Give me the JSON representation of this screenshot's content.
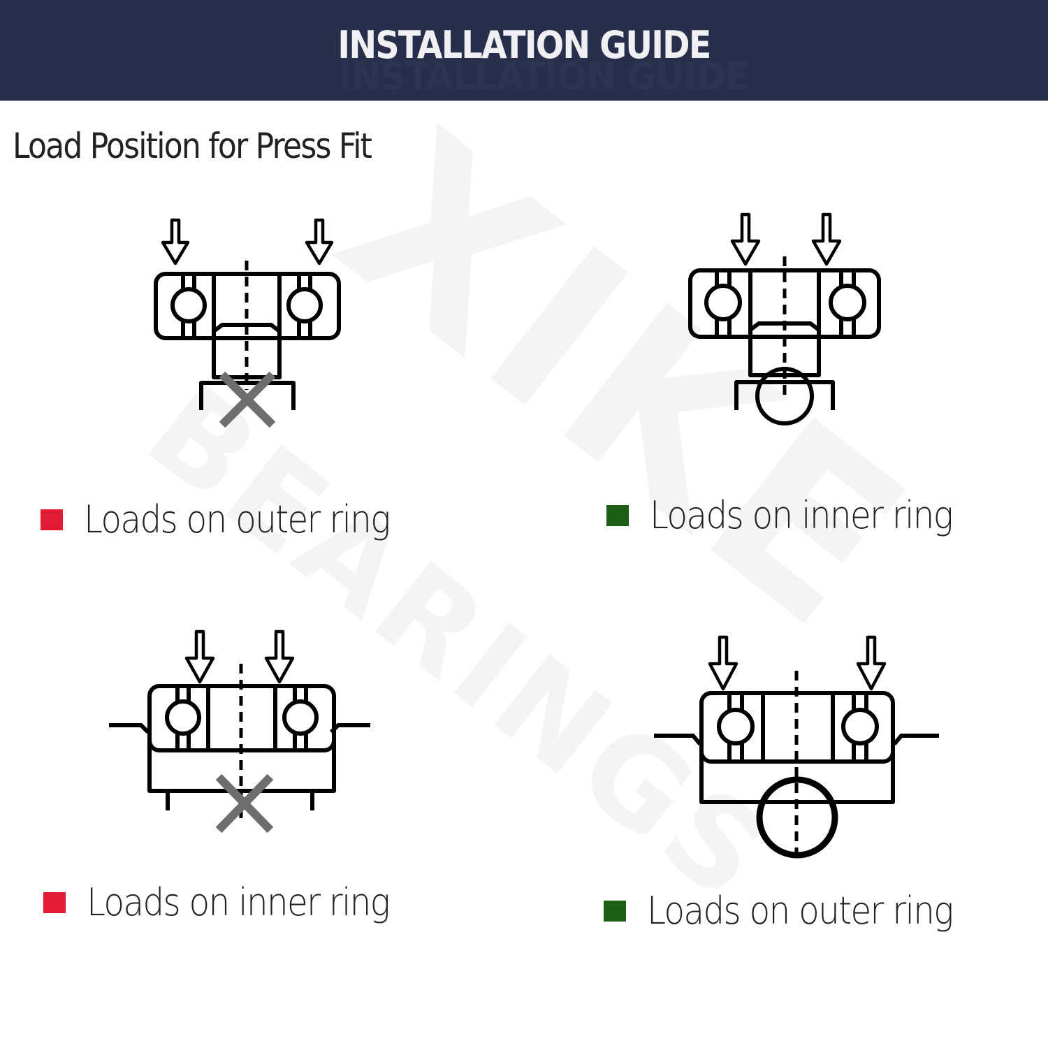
{
  "header": {
    "title": "INSTALLATION GUIDE",
    "background": "#272f4b"
  },
  "subtitle": "Load Position for Press Fit",
  "watermark": {
    "line1": "XIKE",
    "line2": "BEARINGS"
  },
  "colors": {
    "incorrect": "#e31b36",
    "correct": "#1d5e17",
    "cross_mark": "#6e6e6e",
    "line": "#000000"
  },
  "panels": [
    {
      "id": "top-left",
      "label": "Loads on outer ring",
      "status": "incorrect",
      "marker": "cross",
      "mount": "shaft"
    },
    {
      "id": "top-right",
      "label": "Loads on inner ring",
      "status": "correct",
      "marker": "circle",
      "mount": "shaft"
    },
    {
      "id": "bottom-left",
      "label": "Loads on inner ring",
      "status": "incorrect",
      "marker": "cross",
      "mount": "housing"
    },
    {
      "id": "bottom-right",
      "label": "Loads on outer ring",
      "status": "correct",
      "marker": "circle",
      "mount": "housing"
    }
  ]
}
